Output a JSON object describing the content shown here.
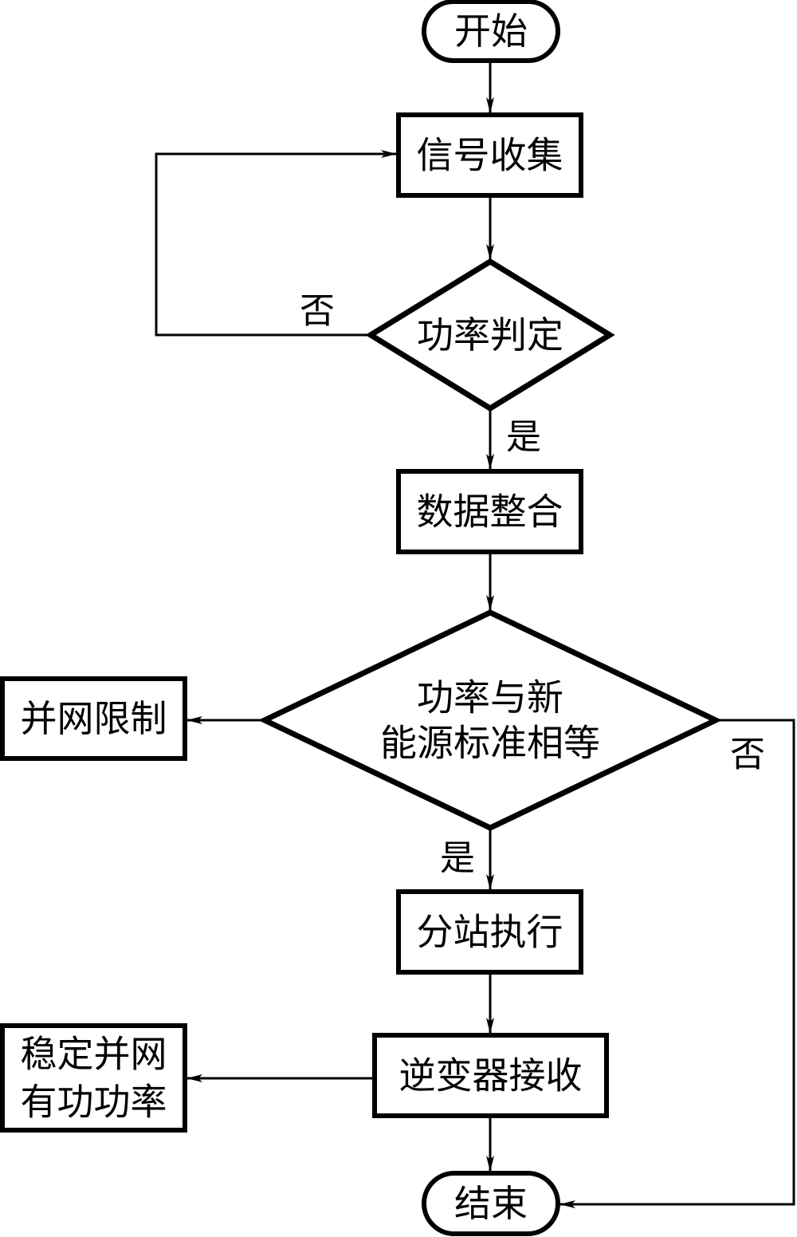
{
  "diagram": {
    "type": "flowchart",
    "colors": {
      "line": "#000000",
      "background": "#ffffff"
    },
    "nodes": {
      "start": {
        "shape": "terminator",
        "lines": [
          "开始"
        ]
      },
      "collect": {
        "shape": "process",
        "lines": [
          "信号收集"
        ]
      },
      "judge": {
        "shape": "decision",
        "lines": [
          "功率判定"
        ]
      },
      "integrate": {
        "shape": "process",
        "lines": [
          "数据整合"
        ]
      },
      "compare": {
        "shape": "decision",
        "lines": [
          "功率与新",
          "能源标准相等"
        ]
      },
      "limit": {
        "shape": "process",
        "lines": [
          "并网限制"
        ]
      },
      "substation": {
        "shape": "process",
        "lines": [
          "分站执行"
        ]
      },
      "inverter": {
        "shape": "process",
        "lines": [
          "逆变器接收"
        ]
      },
      "stable": {
        "shape": "process",
        "lines": [
          "稳定并网",
          "有功功率"
        ]
      },
      "end": {
        "shape": "terminator",
        "lines": [
          "结束"
        ]
      }
    },
    "edges": [
      {
        "from": "start",
        "to": "collect",
        "label": ""
      },
      {
        "from": "collect",
        "to": "judge",
        "label": ""
      },
      {
        "from": "judge",
        "to": "collect",
        "label": "否"
      },
      {
        "from": "judge",
        "to": "integrate",
        "label": "是"
      },
      {
        "from": "integrate",
        "to": "compare",
        "label": ""
      },
      {
        "from": "compare",
        "to": "limit",
        "label": ""
      },
      {
        "from": "compare",
        "to": "substation",
        "label": "是"
      },
      {
        "from": "compare",
        "to": "end",
        "label": "否"
      },
      {
        "from": "substation",
        "to": "inverter",
        "label": ""
      },
      {
        "from": "inverter",
        "to": "stable",
        "label": ""
      },
      {
        "from": "inverter",
        "to": "end",
        "label": ""
      }
    ]
  }
}
